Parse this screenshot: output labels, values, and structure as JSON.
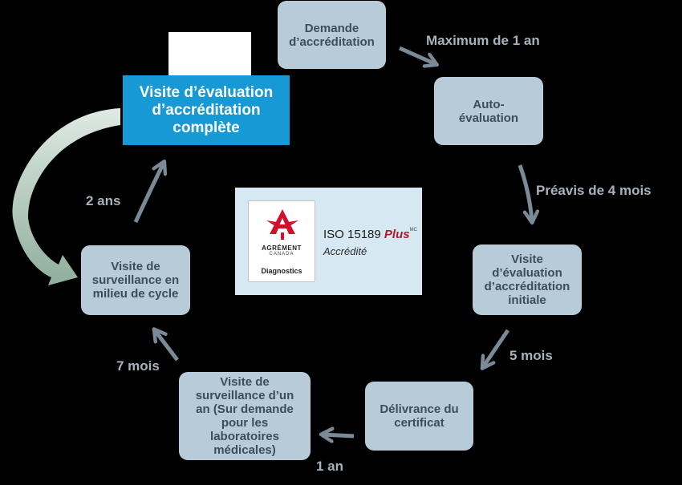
{
  "nodes": {
    "demande": "Demande\nd’accréditation",
    "auto": "Auto-\névaluation",
    "initiale": "Visite\nd’évaluation\nd’accréditation\ninitiale",
    "certificat": "Délivrance du\ncertificat",
    "un_an": "Visite de\nsurveillance d’un\nan (Sur demande\npour les\nlaboratoires\nmédicales)",
    "milieu": "Visite de\nsurveillance en\nmilieu de cycle",
    "complete": "Visite d’évaluation\nd’accréditation\ncomplète"
  },
  "labels": {
    "max_1_an": "Maximum de 1 an",
    "preavis": "Préavis de 4 mois",
    "cinq_mois": "5 mois",
    "un_an": "1 an",
    "sept_mois": "7 mois",
    "deux_ans": "2 ans"
  },
  "badge": {
    "org_name": "AGRÉMENT",
    "org_country": "CANADA",
    "org_unit": "Diagnostics",
    "standard": "ISO 15189",
    "plus": "Plus",
    "mark": "MC",
    "status": "Accrédité"
  },
  "colors": {
    "background": "#000000",
    "node_fill": "#b7cbd8",
    "node_text": "#3c4d5c",
    "highlight_fill": "#1699d4",
    "label_text": "#a7b2bc",
    "arrow": "#7a8a96",
    "curved_arrow_start": "#dfeae4",
    "curved_arrow_end": "#8fae9c",
    "logo_red": "#d2102b"
  }
}
